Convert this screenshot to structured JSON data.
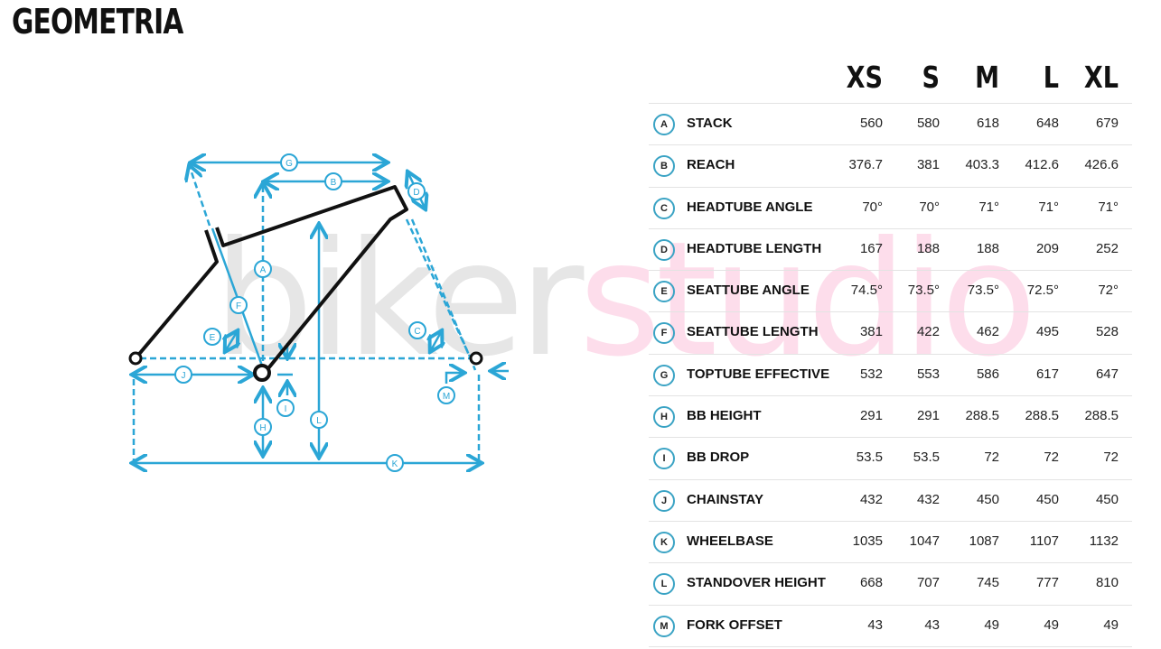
{
  "title": "GEOMETRIA",
  "watermark": {
    "part1": "biker",
    "part2": "studio"
  },
  "colors": {
    "accent": "#2ba6d6",
    "frame": "#111111"
  },
  "diagram_labels": [
    "A",
    "B",
    "C",
    "D",
    "E",
    "F",
    "G",
    "H",
    "I",
    "J",
    "K",
    "L",
    "M"
  ],
  "sizes": [
    "XS",
    "S",
    "M",
    "L",
    "XL"
  ],
  "rows": [
    {
      "key": "A",
      "name": "STACK",
      "values": [
        "560",
        "580",
        "618",
        "648",
        "679"
      ]
    },
    {
      "key": "B",
      "name": "REACH",
      "values": [
        "376.7",
        "381",
        "403.3",
        "412.6",
        "426.6"
      ]
    },
    {
      "key": "C",
      "name": "HEADTUBE ANGLE",
      "values": [
        "70°",
        "70°",
        "71°",
        "71°",
        "71°"
      ]
    },
    {
      "key": "D",
      "name": "HEADTUBE LENGTH",
      "values": [
        "167",
        "188",
        "188",
        "209",
        "252"
      ]
    },
    {
      "key": "E",
      "name": "SEATTUBE ANGLE",
      "values": [
        "74.5°",
        "73.5°",
        "73.5°",
        "72.5°",
        "72°"
      ]
    },
    {
      "key": "F",
      "name": "SEATTUBE LENGTH",
      "values": [
        "381",
        "422",
        "462",
        "495",
        "528"
      ]
    },
    {
      "key": "G",
      "name": "TOPTUBE EFFECTIVE",
      "values": [
        "532",
        "553",
        "586",
        "617",
        "647"
      ]
    },
    {
      "key": "H",
      "name": "BB HEIGHT",
      "values": [
        "291",
        "291",
        "288.5",
        "288.5",
        "288.5"
      ]
    },
    {
      "key": "I",
      "name": "BB DROP",
      "values": [
        "53.5",
        "53.5",
        "72",
        "72",
        "72"
      ]
    },
    {
      "key": "J",
      "name": "CHAINSTAY",
      "values": [
        "432",
        "432",
        "450",
        "450",
        "450"
      ]
    },
    {
      "key": "K",
      "name": "WHEELBASE",
      "values": [
        "1035",
        "1047",
        "1087",
        "1107",
        "1132"
      ]
    },
    {
      "key": "L",
      "name": "STANDOVER HEIGHT",
      "values": [
        "668",
        "707",
        "745",
        "777",
        "810"
      ]
    },
    {
      "key": "M",
      "name": "FORK OFFSET",
      "values": [
        "43",
        "43",
        "49",
        "49",
        "49"
      ]
    }
  ]
}
